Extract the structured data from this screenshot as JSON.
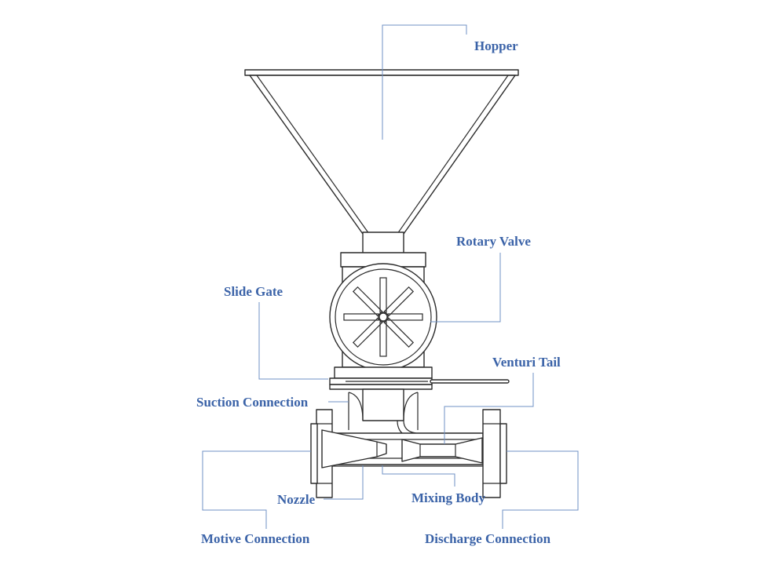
{
  "labels": {
    "hopper": "Hopper",
    "rotary_valve": "Rotary Valve",
    "slide_gate": "Slide Gate",
    "venturi_tail": "Venturi Tail",
    "suction_connection": "Suction Connection",
    "nozzle": "Nozzle",
    "mixing_body": "Mixing Body",
    "motive_connection": "Motive Connection",
    "discharge_connection": "Discharge Connection"
  },
  "colors": {
    "label": "#3b63a8",
    "leader": "#6f90c4",
    "drawing": "#2a2a2a"
  }
}
